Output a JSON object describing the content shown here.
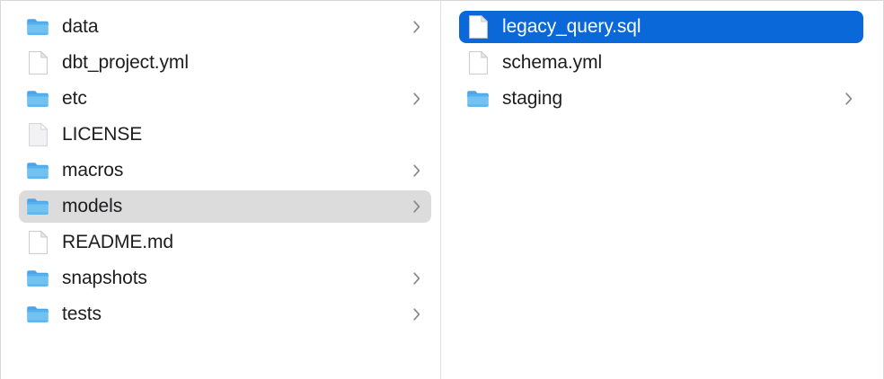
{
  "window": {
    "view_mode": "column",
    "accent_color": "#0a68d8",
    "inactive_selection_color": "#dcdcdc",
    "text_color": "#1d1d1f",
    "background_color": "#ffffff",
    "divider_color": "#e2e2e4"
  },
  "columns": [
    {
      "name": "project-root-column",
      "items": [
        {
          "label": "data",
          "kind": "folder",
          "icon": "folder-icon",
          "has_chevron": true,
          "selected": false,
          "selection_state": "none"
        },
        {
          "label": "dbt_project.yml",
          "kind": "file",
          "icon": "document-icon",
          "has_chevron": false,
          "selected": false,
          "selection_state": "none"
        },
        {
          "label": "etc",
          "kind": "folder",
          "icon": "folder-icon",
          "has_chevron": true,
          "selected": false,
          "selection_state": "none"
        },
        {
          "label": "LICENSE",
          "kind": "file",
          "icon": "plain-document-icon",
          "has_chevron": false,
          "selected": false,
          "selection_state": "none"
        },
        {
          "label": "macros",
          "kind": "folder",
          "icon": "folder-icon",
          "has_chevron": true,
          "selected": false,
          "selection_state": "none"
        },
        {
          "label": "models",
          "kind": "folder",
          "icon": "folder-icon",
          "has_chevron": true,
          "selected": true,
          "selection_state": "inactive"
        },
        {
          "label": "README.md",
          "kind": "file",
          "icon": "document-icon",
          "has_chevron": false,
          "selected": false,
          "selection_state": "none"
        },
        {
          "label": "snapshots",
          "kind": "folder",
          "icon": "folder-icon",
          "has_chevron": true,
          "selected": false,
          "selection_state": "none"
        },
        {
          "label": "tests",
          "kind": "folder",
          "icon": "folder-icon",
          "has_chevron": true,
          "selected": false,
          "selection_state": "none"
        }
      ]
    },
    {
      "name": "models-folder-column",
      "items": [
        {
          "label": "legacy_query.sql",
          "kind": "file",
          "icon": "document-icon",
          "has_chevron": false,
          "selected": true,
          "selection_state": "active"
        },
        {
          "label": "schema.yml",
          "kind": "file",
          "icon": "document-icon",
          "has_chevron": false,
          "selected": false,
          "selection_state": "none"
        },
        {
          "label": "staging",
          "kind": "folder",
          "icon": "folder-icon",
          "has_chevron": true,
          "selected": false,
          "selection_state": "none"
        }
      ]
    }
  ]
}
